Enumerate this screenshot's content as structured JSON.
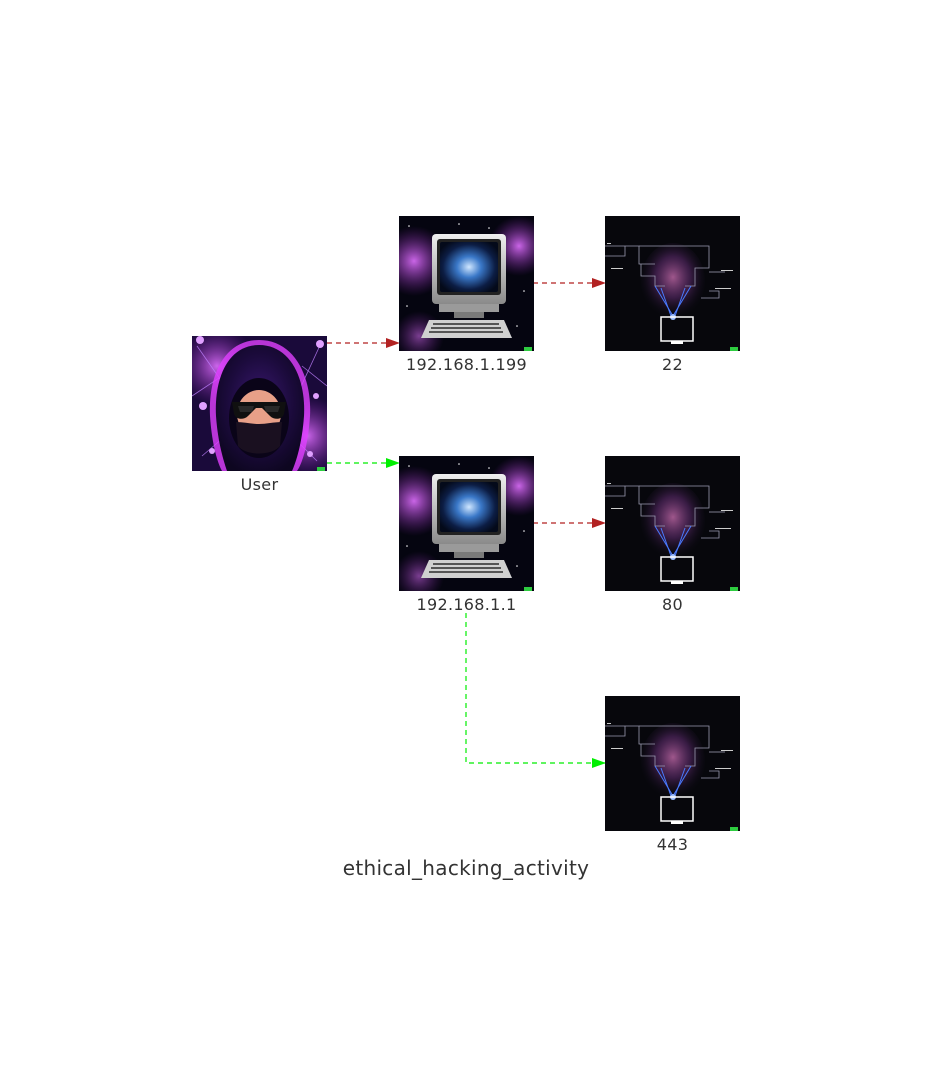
{
  "diagram": {
    "title": "ethical_hacking_activity",
    "nodes": [
      {
        "id": "user",
        "label": "User",
        "icon": "hacker-avatar-icon"
      },
      {
        "id": "host_199",
        "label": "192.168.1.199",
        "icon": "computer-icon"
      },
      {
        "id": "host_1",
        "label": "192.168.1.1",
        "icon": "computer-icon"
      },
      {
        "id": "port_22",
        "label": "22",
        "icon": "network-port-icon"
      },
      {
        "id": "port_80",
        "label": "80",
        "icon": "network-port-icon"
      },
      {
        "id": "port_443",
        "label": "443",
        "icon": "network-port-icon"
      }
    ],
    "edges": [
      {
        "from": "user",
        "to": "host_199",
        "color": "#b22222",
        "style": "dashed"
      },
      {
        "from": "user",
        "to": "host_1",
        "color": "#00ee00",
        "style": "dashed"
      },
      {
        "from": "host_199",
        "to": "port_22",
        "color": "#b22222",
        "style": "dashed"
      },
      {
        "from": "host_1",
        "to": "port_80",
        "color": "#b22222",
        "style": "dashed"
      },
      {
        "from": "host_1",
        "to": "port_443",
        "color": "#00ee00",
        "style": "dashed"
      }
    ]
  }
}
